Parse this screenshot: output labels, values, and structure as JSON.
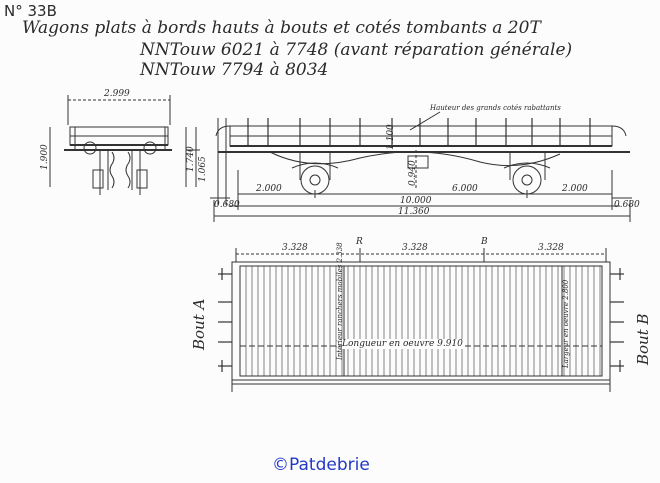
{
  "plate_number": "N° 33B",
  "title": "Wagons plats à bords hauts à bouts et cotés tombants a 20T",
  "series": [
    "NNTouw 6021 à 7748 (avant réparation générale)",
    "NNTouw 7794 à 8034"
  ],
  "credit": "©Patdebrie",
  "end_view": {
    "width": "2.999",
    "height": "1.900",
    "side_height": "1.740",
    "buffer_height": "1.065"
  },
  "side_view": {
    "annotation": "Hauteur des grands cotés rabattants",
    "height_label": "1.100",
    "mid_label": "0.940",
    "axle_spacing": "6.000",
    "overhang_left": "2.000",
    "overhang_right": "2.000",
    "body_length": "10.000",
    "buffer_left": "0.680",
    "buffer_right": "0.680",
    "total_length": "11.360"
  },
  "plan_view": {
    "spacings": [
      "3.328",
      "3.328",
      "3.328"
    ],
    "inner_length": "Longueur en oeuvre 9.910",
    "stanchion_note": "Intérieur ranchers mobiles 2.338",
    "inner_width": "Largeur en oeuvre 2.800",
    "end_a": "Bout A",
    "end_b": "Bout B",
    "marks": [
      "R",
      "B"
    ]
  }
}
